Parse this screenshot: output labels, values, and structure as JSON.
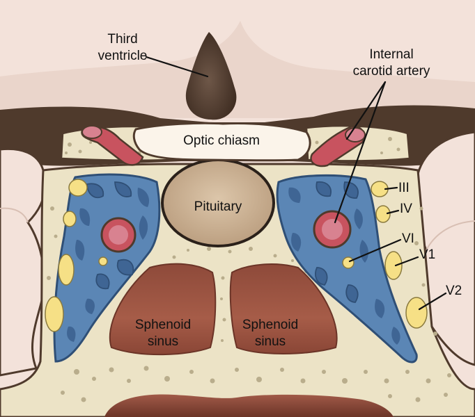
{
  "labels": {
    "third_ventricle_1": "Third",
    "third_ventricle_2": "ventricle",
    "internal_carotid_1": "Internal",
    "internal_carotid_2": "carotid artery",
    "optic_chiasm": "Optic chiasm",
    "pituitary": "Pituitary",
    "sphenoid_left_1": "Sphenoid",
    "sphenoid_left_2": "sinus",
    "sphenoid_right_1": "Sphenoid",
    "sphenoid_right_2": "sinus",
    "nerve_III": "III",
    "nerve_IV": "IV",
    "nerve_VI": "VI",
    "nerve_V1": "V1",
    "nerve_V2": "V2"
  },
  "colors": {
    "brain": "#f3e2da",
    "brain_shadow": "#e6cfc4",
    "dark_tissue": "#4f3a2c",
    "bone": "#ece3c6",
    "bone_dots": "#b9ad8c",
    "venous_sinus": "#5b86b5",
    "venous_dark": "#2f4f76",
    "artery": "#c8535f",
    "artery_lumen": "#d88290",
    "nerve": "#f6e086",
    "pituitary": "#cfb69a",
    "sphenoid_sinus": "#9b5543",
    "chiasm": "#fbf4ea"
  }
}
